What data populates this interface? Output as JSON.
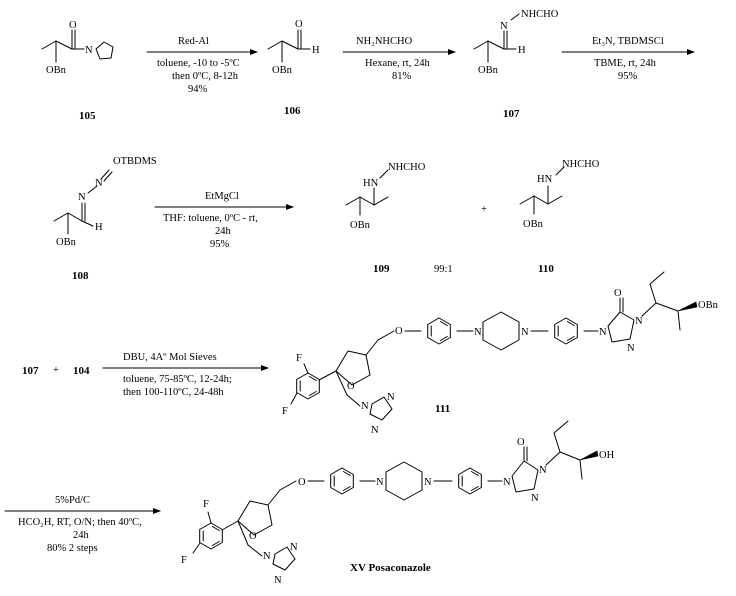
{
  "atoms": {
    "O": "O",
    "N": "N",
    "H": "H",
    "F": "F",
    "OBn": "OBn",
    "NHCHO": "NHCHO",
    "OTBDMS": "OTBDMS",
    "HN": "HN",
    "OH": "OH"
  },
  "compounds": {
    "c105": "105",
    "c106": "106",
    "c107": "107",
    "c108": "108",
    "c109": "109",
    "c110": "110",
    "c111": "111",
    "c107b": "107",
    "c104": "104",
    "plus2": "+",
    "plus1": "+",
    "ratio": "99:1",
    "final": "XV Posaconazole"
  },
  "steps": {
    "s1": {
      "l1": "Red-Al",
      "l2": "toluene, -10 to -5ºC",
      "l3": "then 0ºC, 8-12h",
      "l4": "94%"
    },
    "s2": {
      "l1": "NH₂NHCHO",
      "l2": "Hexane, rt, 24h",
      "l3": "81%"
    },
    "s3": {
      "l1": "Et₃N, TBDMSCl",
      "l2": "TBME, rt, 24h",
      "l3": "95%"
    },
    "s4": {
      "l1": "EtMgCl",
      "l2": "THF: toluene, 0ºC - rt,",
      "l3": "24h",
      "l4": "95%"
    },
    "s5": {
      "l1": "DBU, 4Aº Mol Sieves",
      "l2": "toluene, 75-85ºC, 12-24h;",
      "l3": "then 100-110ºC, 24-48h"
    },
    "s6": {
      "l1": "5%Pd/C",
      "l2": "HCO₂H, RT, O/N; then 40ºC,",
      "l3": "24h",
      "l4": "80% 2 steps"
    }
  }
}
